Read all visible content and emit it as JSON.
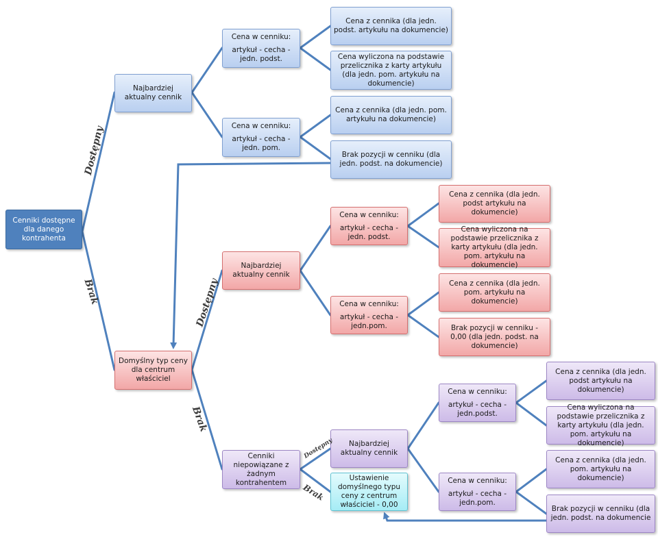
{
  "root": {
    "label": "Cenniki dostępne dla danego kontrahenta"
  },
  "branch_top": {
    "edge_label": "Dostępny",
    "node": "Najbardziej aktualny cennik",
    "sub1": {
      "title": "Cena w cenniku:",
      "detail": "artykuł - cecha - jedn. podst.",
      "leaf1": "Cena z cennika (dla jedn. podst. artykułu na dokumencie)",
      "leaf2": "Cena wyliczona na podstawie przelicznika z karty artykułu (dla jedn. pom. artykułu na dokumencie)"
    },
    "sub2": {
      "title": "Cena w cenniku:",
      "detail": "artykuł - cecha - jedn. pom.",
      "leaf1": "Cena z cennika (dla jedn. pom. artykułu na dokumencie)",
      "leaf2": "Brak pozycji w cenniku (dla jedn. podst. na dokumencie)"
    }
  },
  "branch_default": {
    "edge_label": "Brak",
    "node": "Domyślny typ ceny dla centrum właściciel",
    "avail_label": "Dostępny",
    "avail_node": "Najbardziej aktualny cennik",
    "sub1": {
      "title": "Cena w cenniku:",
      "detail": "artykuł - cecha - jedn. podst.",
      "leaf1": "Cena z cennika (dla jedn. podst artykułu na dokumencie)",
      "leaf2": "Cena wyliczona na podstawie przelicznika z karty artykułu (dla jedn. pom. artykułu na dokumencie)"
    },
    "sub2": {
      "title": "Cena w cenniku:",
      "detail": "artykuł - cecha - jedn.pom.",
      "leaf1": "Cena z cennika (dla jedn. pom. artykułu na dokumencie)",
      "leaf2": "Brak pozycji w cenniku - 0,00 (dla jedn. podst. na dokumencie)"
    }
  },
  "branch_none": {
    "edge_label": "Brak",
    "node": "Cenniki niepowiązane z żadnym kontrahentem",
    "avail_label": "Dostępny",
    "avail_node": "Najbardziej aktualny cennik",
    "missing_label": "Brak",
    "missing_node": "Ustawienie domyślnego typu ceny z centrum właściciel - 0,00",
    "sub1": {
      "title": "Cena w cenniku:",
      "detail": "artykuł - cecha - jedn.podst.",
      "leaf1": "Cena z cennika (dla jedn. podst artykułu na dokumencie)",
      "leaf2": "Cena wyliczona na podstawie przelicznika z karty artykułu (dla jedn. pom. artykułu na dokumencie)"
    },
    "sub2": {
      "title": "Cena w cenniku:",
      "detail": "artykuł - cecha - jedn.pom.",
      "leaf1": "Cena z cennika (dla jedn. pom. artykułu na dokumencie)",
      "leaf2": "Brak pozycji w cenniku (dla jedn. podst. na dokumencie"
    }
  },
  "colors": {
    "connector": "#4f81bd",
    "root_fill": "#4f81bd",
    "blue_fill": "#c6d9f1",
    "red_fill": "#f4b6b6",
    "purple_fill": "#d9cdee",
    "cyan_fill": "#b7f0f7"
  }
}
